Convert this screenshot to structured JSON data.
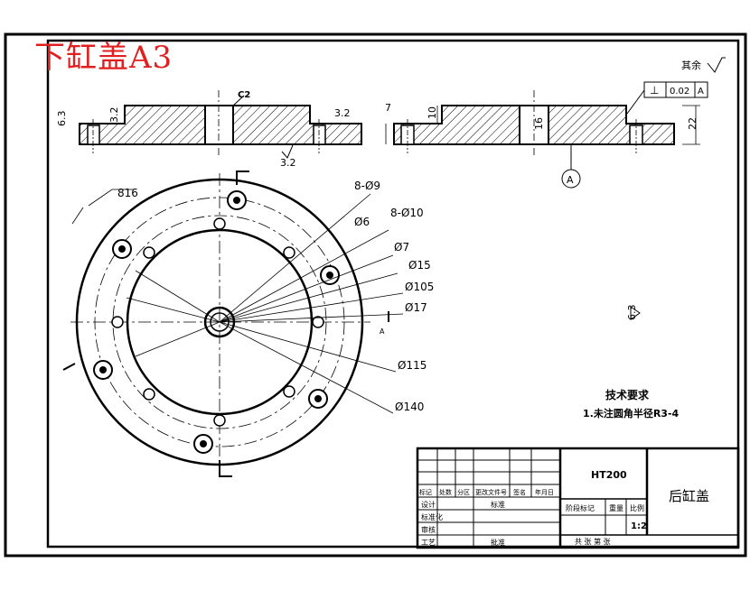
{
  "title_overlay": "下缸盖A3",
  "corner_finish": "其余",
  "flatness": {
    "symbol": "⊥",
    "value": "0.02",
    "datum": "A"
  },
  "datum_label": "A",
  "dims": {
    "d63": "6.3",
    "d32a": "3.2",
    "d32b": "3.2",
    "d32c": "3.2",
    "c2": "C2",
    "d7": "7",
    "d10": "10",
    "d16": "16",
    "d22": "22",
    "d816": "816",
    "ra63": "6.3"
  },
  "callouts": [
    "8-Ø9",
    "Ø6",
    "8-Ø10",
    "Ø7",
    "Ø15",
    "Ø105",
    "Ø17",
    "Ø115",
    "Ø140"
  ],
  "section_mark": "A",
  "tech_req": {
    "heading": "技术要求",
    "line1": "1.未注圆角半径R3-4"
  },
  "title_block": {
    "material": "HT200",
    "part_name": "后缸盖",
    "headers": [
      "标记",
      "处数",
      "分区",
      "更改文件号",
      "签名",
      "年月日"
    ],
    "rows": [
      "设计",
      "标准化",
      "审核",
      "工艺"
    ],
    "row_right": [
      "标准",
      "批准"
    ],
    "col_labels": [
      "阶段标记",
      "重量",
      "比例"
    ],
    "scale": "1:2",
    "sheets": "共 张  第 张"
  }
}
